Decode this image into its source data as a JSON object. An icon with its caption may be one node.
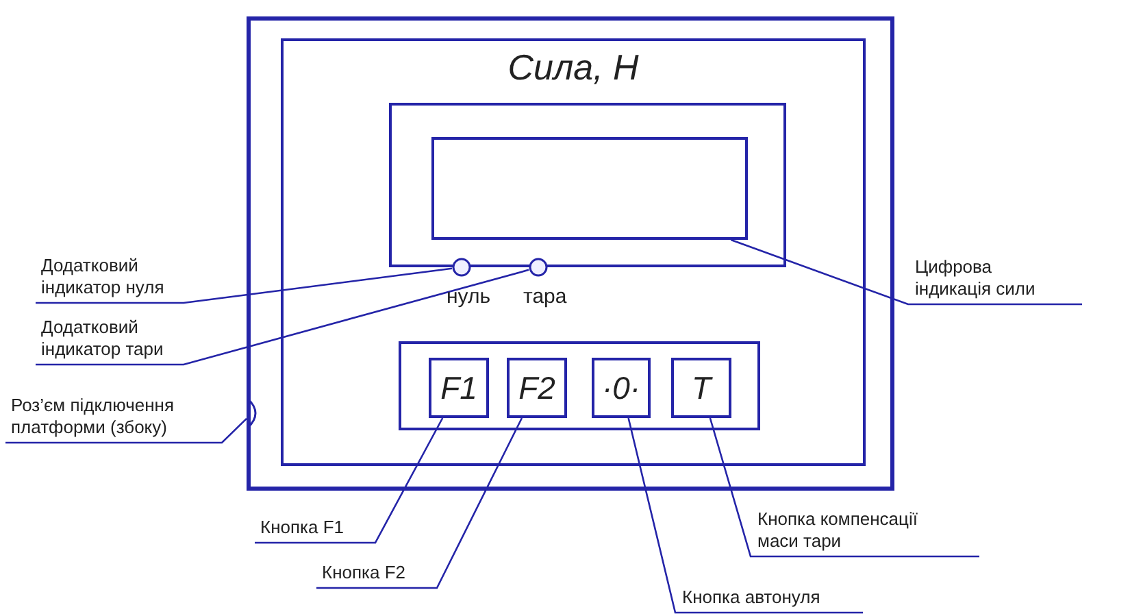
{
  "diagram": {
    "nodes": [
      {
        "text": [],
        "shape": "box"
      },
      {
        "text": [
          "Сила, Н"
        ],
        "in": 0
      },
      {
        "text": [],
        "shape": "box",
        "in": 1
      },
      {
        "text": [],
        "shape": "box",
        "in": 2
      },
      {
        "text": [],
        "shape": "circle",
        "beside": [
          "нуль"
        ],
        "in": 1
      },
      {
        "text": [],
        "shape": "circle",
        "beside": [
          "тара"
        ],
        "in": 1
      },
      {
        "text": [],
        "shape": "box",
        "in": 1
      },
      {
        "text": [
          "F1"
        ],
        "in": 6
      },
      {
        "text": [
          "F2"
        ],
        "in": 6
      },
      {
        "text": [
          "·0·"
        ],
        "in": 6
      },
      {
        "text": [
          "T"
        ],
        "in": 6
      },
      {
        "text": [],
        "shape": "arc",
        "in": 0
      },
      {
        "text": [
          "Додатковий індикатор нуля"
        ]
      },
      {
        "text": [
          "Додатковий індикатор тари"
        ]
      },
      {
        "text": [
          "Роз’єм підключення платформи (збоку)"
        ]
      },
      {
        "text": [
          "Цифрова індикація сили"
        ]
      },
      {
        "text": [
          "Кнопка F1"
        ]
      },
      {
        "text": [
          "Кнопка F2"
        ]
      },
      {
        "text": [
          "Кнопка автонуля"
        ]
      },
      {
        "text": [
          "Кнопка компенсації маси тари"
        ]
      }
    ],
    "edges": [
      {
        "from": 12,
        "to": 4,
        "arrow": "none"
      },
      {
        "from": 13,
        "to": 5,
        "arrow": "none"
      },
      {
        "from": 14,
        "to": 11,
        "arrow": "none"
      },
      {
        "from": 15,
        "to": 3,
        "arrow": "none"
      },
      {
        "from": 16,
        "to": 7,
        "arrow": "none"
      },
      {
        "from": 17,
        "to": 8,
        "arrow": "none"
      },
      {
        "from": 18,
        "to": 9,
        "arrow": "none"
      },
      {
        "from": 19,
        "to": 10,
        "arrow": "none"
      }
    ]
  }
}
